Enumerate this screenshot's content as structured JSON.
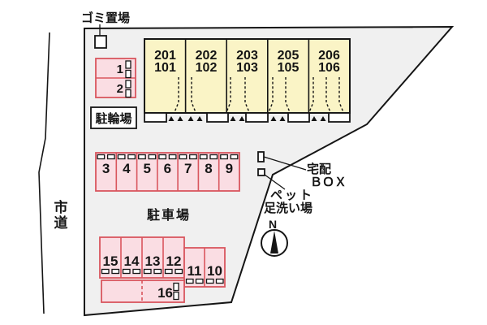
{
  "site": {
    "garbage_label": "ゴミ置場",
    "bicycle_label": "駐輪場",
    "parking_label": "駐車場",
    "road_label": "市道",
    "road_chars": [
      "市",
      "道"
    ],
    "delivery_box_label": [
      "宅配",
      "ＢＯＸ"
    ],
    "pet_wash_label": [
      "ペット",
      "足洗い場"
    ],
    "compass_north": "N"
  },
  "building": {
    "units": [
      {
        "upper": "201",
        "lower": "101"
      },
      {
        "upper": "202",
        "lower": "102"
      },
      {
        "upper": "203",
        "lower": "103"
      },
      {
        "upper": "205",
        "lower": "105"
      },
      {
        "upper": "206",
        "lower": "106"
      }
    ]
  },
  "parking": {
    "north_spaces": [
      "1",
      "2"
    ],
    "middle_row": [
      "3",
      "4",
      "5",
      "6",
      "7",
      "8",
      "9"
    ],
    "south_row": [
      "15",
      "14",
      "13",
      "12"
    ],
    "south_right_row": [
      "11",
      "10"
    ],
    "wide_space": "16"
  },
  "colors": {
    "site_fill": "#f0f0f0",
    "building_fill": "#faf4c6",
    "parking_fill": "#fadde3",
    "parking_border": "#d9565e",
    "outline": "#151515"
  }
}
